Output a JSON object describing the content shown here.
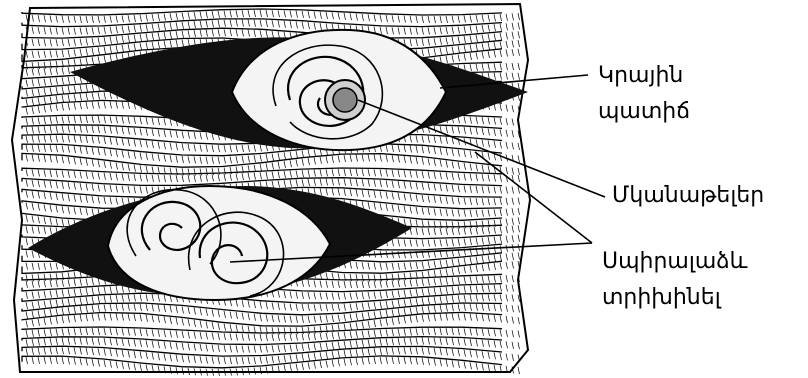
{
  "diagram": {
    "labels": {
      "cyst_wall_line1": "Կրային",
      "cyst_wall_line2": "պատիճ",
      "muscle_fibers": "Մկանաթելեր",
      "spiral_larvae_line1": "Սպիրալաձև",
      "spiral_larvae_line2": "տրիխինել"
    },
    "colors": {
      "ink": "#000000",
      "paper": "#ffffff",
      "cyst_fill": "#f4f4f4"
    }
  }
}
